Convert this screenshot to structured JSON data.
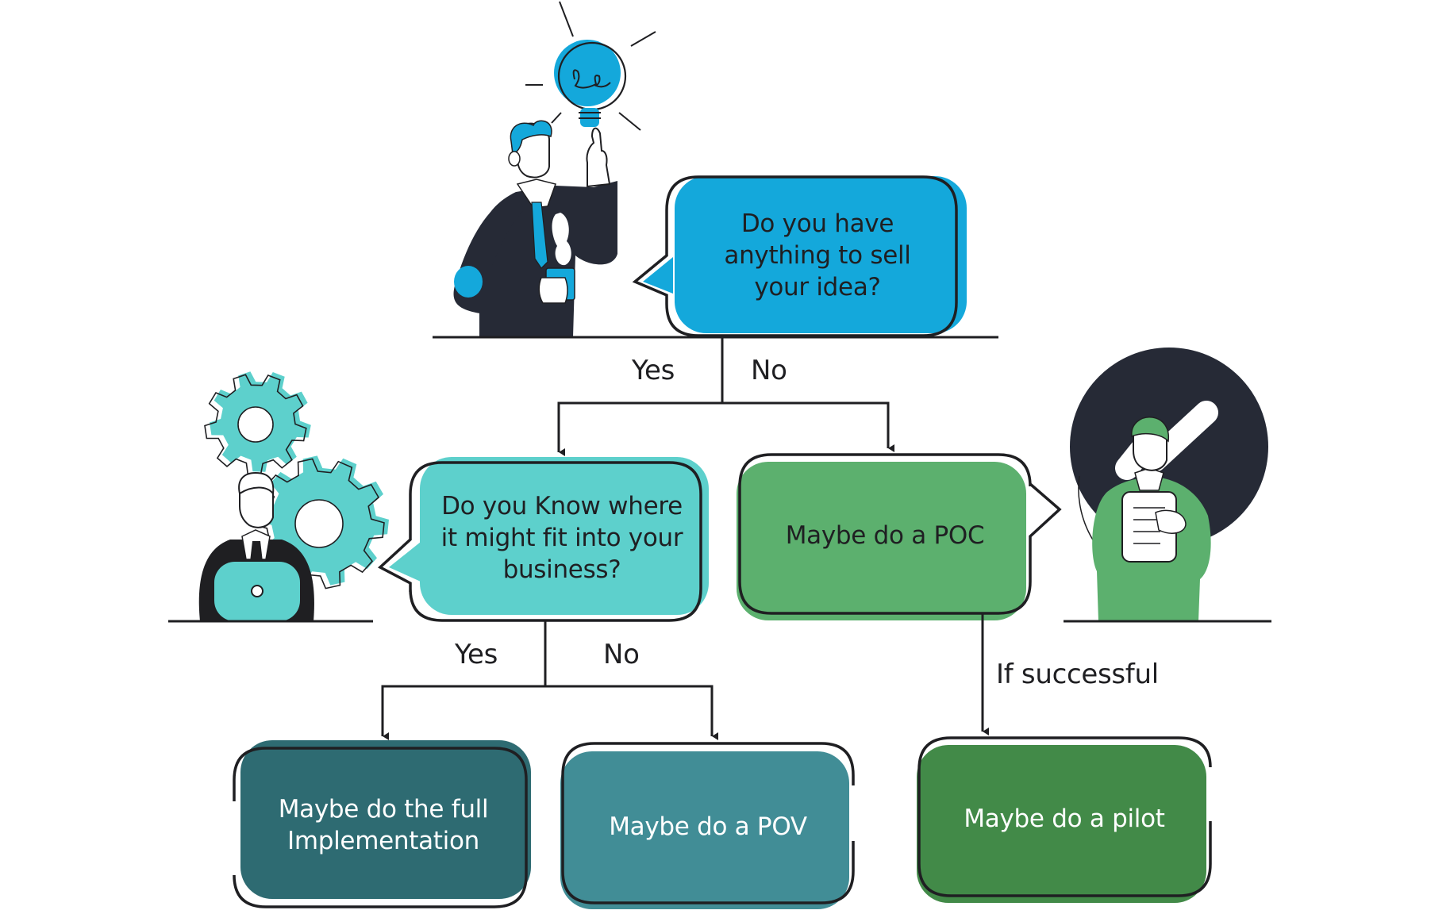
{
  "diagram": {
    "type": "decision-flowchart",
    "colors": {
      "stroke": "#1f1f22",
      "question_1_fill": "#14a8db",
      "question_2_fill": "#5dd0cc",
      "poc_fill": "#5cb06e",
      "full_impl_fill": "#2e6b72",
      "pov_fill": "#418d96",
      "pilot_fill": "#428a48",
      "suit_dark": "#262a36"
    },
    "nodes": {
      "q1": {
        "label": "Do you have\nanything to sell\nyour idea?"
      },
      "q2": {
        "label": "Do you Know where\nit might fit into your\nbusiness?"
      },
      "poc": {
        "label": "Maybe do a POC"
      },
      "full_impl": {
        "label": "Maybe do the full\nImplementation"
      },
      "pov": {
        "label": "Maybe do a POV"
      },
      "pilot": {
        "label": "Maybe do a pilot"
      }
    },
    "edges": [
      {
        "from": "q1",
        "to": "q2",
        "label": "Yes"
      },
      {
        "from": "q1",
        "to": "poc",
        "label": "No"
      },
      {
        "from": "q2",
        "to": "full_impl",
        "label": "Yes"
      },
      {
        "from": "q2",
        "to": "pov",
        "label": "No"
      },
      {
        "from": "poc",
        "to": "pilot",
        "label": "If successful"
      }
    ],
    "illustrations": [
      {
        "name": "idea-man",
        "icon": "lightbulb-icon"
      },
      {
        "name": "gears-man",
        "icon": "gears-icon"
      },
      {
        "name": "checklist-man",
        "icon": "checkmark-icon"
      }
    ]
  }
}
